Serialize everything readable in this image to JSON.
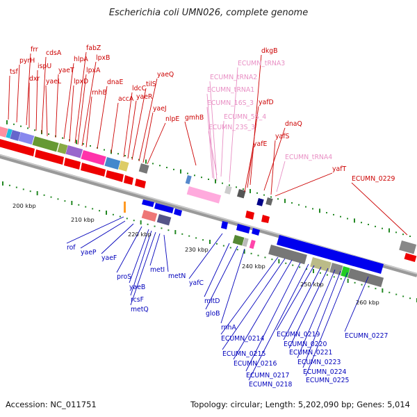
{
  "title": "Escherichia coli UMN026, complete genome",
  "footer": {
    "accession": "Accession: NC_011751",
    "summary": "Topology: circular; Length: 5,202,090 bp; Genes: 5,014"
  },
  "colors": {
    "forward_label": "#cc0000",
    "rna_label": "#e88fc4",
    "reverse_label": "#0000bb",
    "backbone": "#888888",
    "tick": "#228822",
    "forward_arrow": "#ee0000",
    "reverse_arrow": "#0000ee"
  },
  "scale_labels": [
    "200 kbp",
    "210 kbp",
    "220 kbp",
    "230 kbp",
    "240 kbp",
    "250 kbp",
    "260 kbp"
  ],
  "forward_labels": [
    "tsf",
    "pyrH",
    "frr",
    "dxr",
    "ispU",
    "cdsA",
    "yaeL",
    "yaeT",
    "hlpA",
    "lpxD",
    "fabZ",
    "lpxA",
    "lpxB",
    "rnhB",
    "dnaE",
    "accA",
    "ldcC",
    "yaeR",
    "tilS",
    "yaeQ",
    "yaeJ",
    "nlpE",
    "gmhB",
    "dkgB",
    "yafD",
    "yafE",
    "dnaQ",
    "yafS",
    "yafT",
    "ECUMN_0229"
  ],
  "rna_labels": [
    "ECUMN_tRNA3",
    "ECUMN_tRNA2",
    "ECUMN_tRNA1",
    "ECUMN_16S_3",
    "ECUMN_5S_4",
    "ECUMN_23S_3",
    "ECUMN_tRNA4"
  ],
  "reverse_labels": [
    "rof",
    "yaeP",
    "yaeF",
    "proS",
    "yaeB",
    "rcsF",
    "metQ",
    "metI",
    "metN",
    "yafC",
    "mltD",
    "gloB",
    "rnhA",
    "ECUMN_0214",
    "ECUMN_0215",
    "ECUMN_0216",
    "ECUMN_0217",
    "ECUMN_0218",
    "ECUMN_0219",
    "ECUMN_0220",
    "ECUMN_0221",
    "ECUMN_0223",
    "ECUMN_0224",
    "ECUMN_0225",
    "ECUMN_0227"
  ]
}
